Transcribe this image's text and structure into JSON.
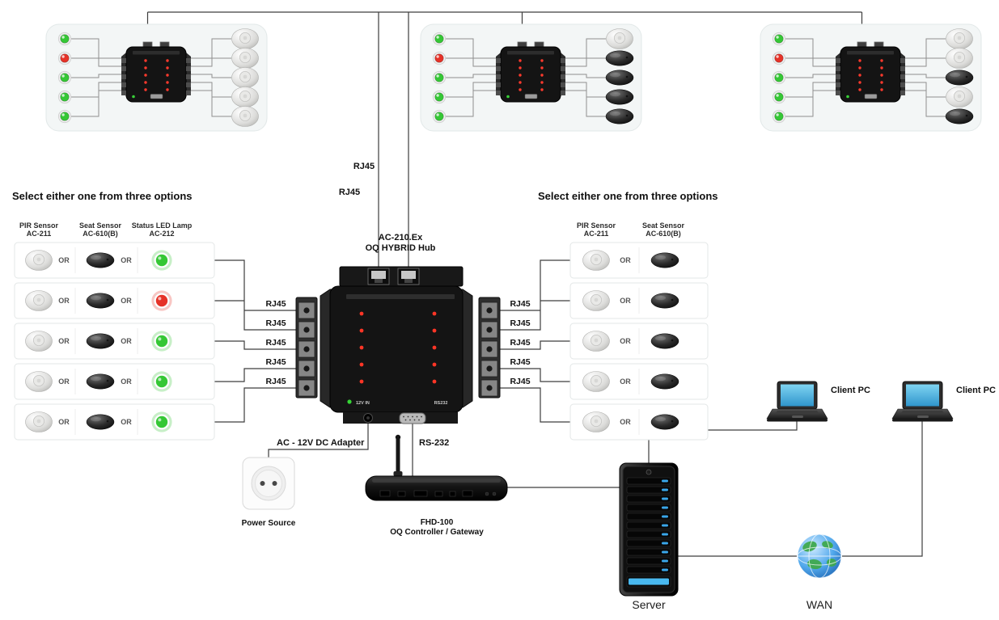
{
  "colors": {
    "green": "#35c735",
    "red": "#e53228",
    "wire": "#3d3d3d",
    "panel_bg": "#f3f6f6"
  },
  "trunk": {
    "rj45_labels": [
      "RJ45",
      "RJ45"
    ]
  },
  "panels": [
    {
      "name": "room-panel-1",
      "leds": [
        "green",
        "red",
        "green",
        "green",
        "green"
      ],
      "sensors": [
        "dome",
        "dome",
        "dome",
        "dome",
        "dome"
      ]
    },
    {
      "name": "room-panel-2",
      "leds": [
        "green",
        "red",
        "green",
        "green",
        "green"
      ],
      "sensors": [
        "dome",
        "seat",
        "seat",
        "seat",
        "seat"
      ]
    },
    {
      "name": "room-panel-3",
      "leds": [
        "green",
        "red",
        "green",
        "green",
        "green"
      ],
      "sensors": [
        "dome",
        "dome",
        "seat",
        "dome",
        "seat"
      ]
    }
  ],
  "hub": {
    "model": "AC-210.Ex",
    "name": "OQ HYBRID Hub",
    "power_led_label": "12V IN",
    "serial_label": "RS232"
  },
  "left_options": {
    "title": "Select either one from three options",
    "columns": [
      {
        "line1": "PIR Sensor",
        "line2": "AC-211"
      },
      {
        "line1": "Seat Sensor",
        "line2": "AC-610(B)"
      },
      {
        "line1": "Status LED Lamp",
        "line2": "AC-212"
      }
    ],
    "or_label": "OR",
    "rj45_label": "RJ45",
    "rows": [
      {
        "lamp": "green"
      },
      {
        "lamp": "red"
      },
      {
        "lamp": "green"
      },
      {
        "lamp": "green"
      },
      {
        "lamp": "green"
      }
    ]
  },
  "right_options": {
    "title": "Select either one from three options",
    "columns": [
      {
        "line1": "PIR Sensor",
        "line2": "AC-211"
      },
      {
        "line1": "Seat Sensor",
        "line2": "AC-610(B)"
      }
    ],
    "or_label": "OR",
    "rj45_label": "RJ45"
  },
  "bottom": {
    "adapter_label": "AC - 12V DC Adapter",
    "rs232_label": "RS-232",
    "power_source_label": "Power Source",
    "controller_model": "FHD-100",
    "controller_name": "OQ Controller / Gateway",
    "server_label": "Server",
    "wan_label": "WAN",
    "client_pc1_label": "Client PC",
    "client_pc2_label": "Client PC"
  }
}
